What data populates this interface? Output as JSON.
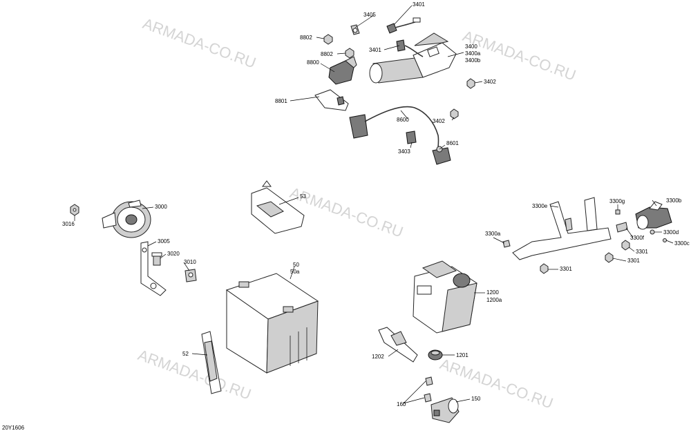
{
  "watermark": "ARMADA-CO.RU",
  "diagram_code": "20Y1606",
  "callouts": {
    "c3405": "3405",
    "c3401a": "3401",
    "c3401b": "3401",
    "c8802a": "8802",
    "c8802b": "8802",
    "c8800": "8800",
    "c3400": "3400",
    "c3400a": "3400a",
    "c3400b": "3400b",
    "c3402a": "3402",
    "c3402b": "3402",
    "c8801": "8801",
    "c8600": "8600",
    "c3403": "3403",
    "c8601": "8601",
    "c53": "53",
    "c3000": "3000",
    "c3016": "3016",
    "c3005": "3005",
    "c3020": "3020",
    "c3010": "3010",
    "c50": "50",
    "c50a": "50a",
    "c52": "52",
    "c1200": "1200",
    "c1200a": "1200a",
    "c1201": "1201",
    "c1202": "1202",
    "c160": "160",
    "c150": "150",
    "c3300e": "3300e",
    "c3300g": "3300g",
    "c3300b": "3300b",
    "c3300a": "3300a",
    "c3300f": "3300f",
    "c3300d": "3300d",
    "c3300c": "3300c",
    "c3301a": "3301",
    "c3301b": "3301",
    "c3301c": "3301"
  }
}
